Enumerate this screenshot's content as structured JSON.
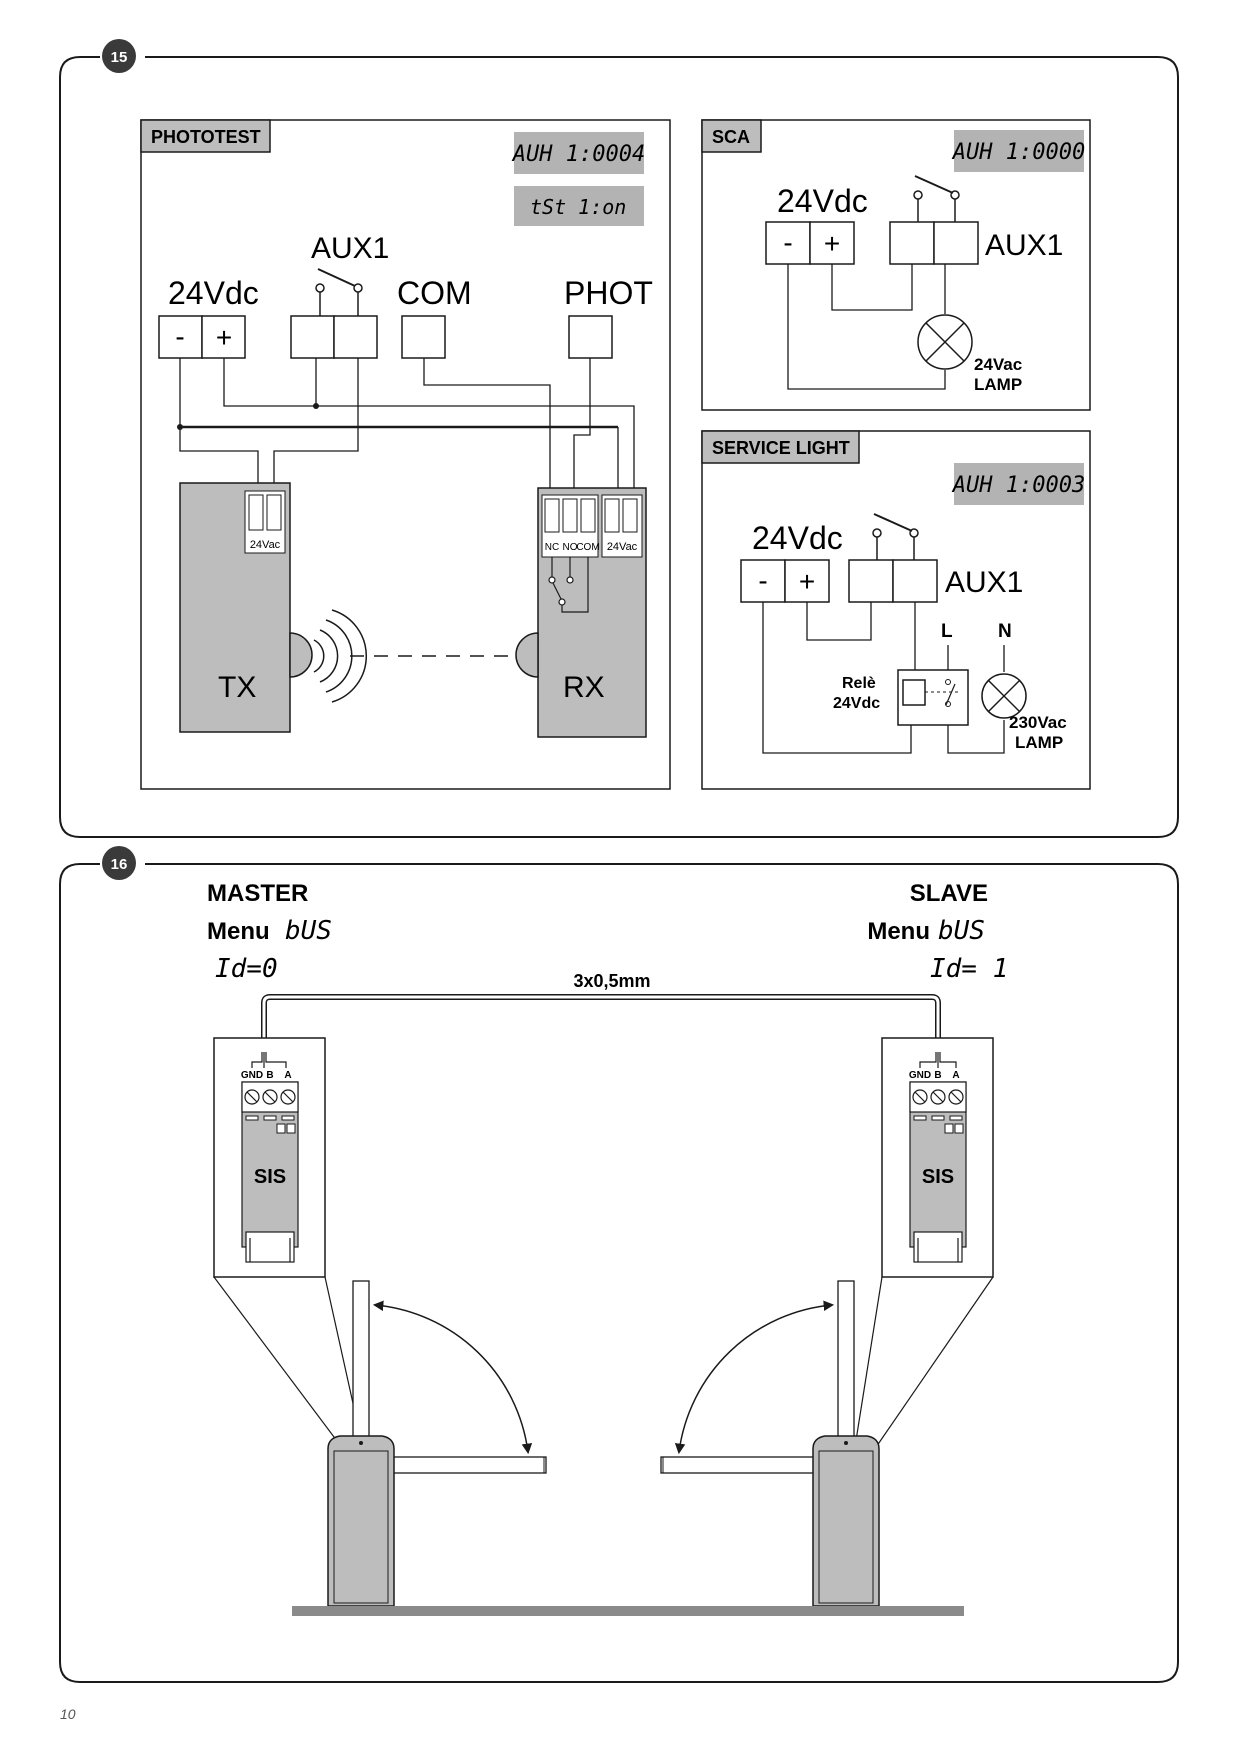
{
  "figure15": {
    "badge": "15",
    "phototest": {
      "title": "PHOTOTEST",
      "display_aux": "AUH 1:0004",
      "display_tst": "tSt 1:on",
      "label_24vdc": "24Vdc",
      "minus": "-",
      "plus": "+",
      "label_aux1": "AUX1",
      "label_com": "COM",
      "label_phot": "PHOT",
      "tx_label": "TX",
      "rx_label": "RX",
      "tx_terminal": "24Vac",
      "rx_terminal_nc": "NC",
      "rx_terminal_no": "NO",
      "rx_terminal_com": "COM",
      "rx_terminal_24vac": "24Vac"
    },
    "sca": {
      "title": "SCA",
      "display_aux": "AUH 1:0000",
      "label_24vdc": "24Vdc",
      "minus": "-",
      "plus": "+",
      "label_aux1": "AUX1",
      "lamp_voltage": "24Vac",
      "lamp_label": "LAMP"
    },
    "service_light": {
      "title": "SERVICE LIGHT",
      "display_aux": "AUH 1:0003",
      "label_24vdc": "24Vdc",
      "minus": "-",
      "plus": "+",
      "label_aux1": "AUX1",
      "label_l": "L",
      "label_n": "N",
      "relay_label": "Relè",
      "relay_voltage": "24Vdc",
      "lamp_voltage": "230Vac",
      "lamp_label": "LAMP"
    }
  },
  "figure16": {
    "badge": "16",
    "master_title": "MASTER",
    "master_menu": "Menu",
    "master_menu_value": "bUS",
    "master_id": "Id=0",
    "slave_title": "SLAVE",
    "slave_menu": "Menu",
    "slave_menu_value": "bUS",
    "slave_id": "Id= 1",
    "cable_label": "3x0,5mm",
    "terminal_gnd": "GND",
    "terminal_b": "B",
    "terminal_a": "A",
    "module_label": "SIS"
  },
  "page_number": "10",
  "colors": {
    "grey_fill": "#bdbdbd",
    "display_fill": "#b3b3b3",
    "line": "#1a1a1a",
    "badge": "#3a3a3a",
    "ground": "#8a8a8a"
  }
}
